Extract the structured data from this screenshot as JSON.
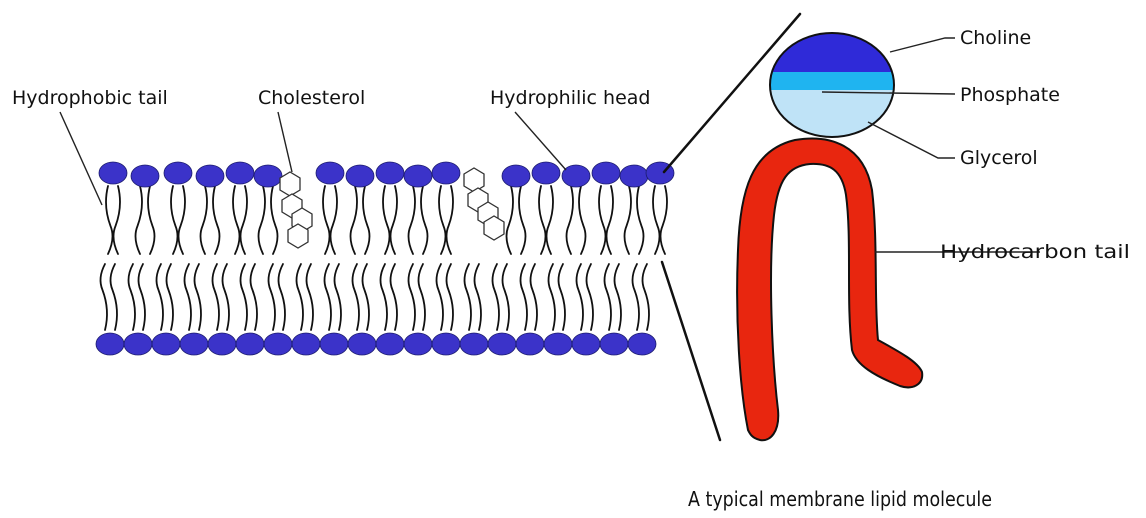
{
  "labels": {
    "hydrophobic_tail": "Hydrophobic tail",
    "cholesterol": "Cholesterol",
    "hydrophilic_head": "Hydrophilic head",
    "choline": "Choline",
    "phosphate": "Phosphate",
    "glycerol": "Glycerol",
    "hydrocarbon_tail": "Hydrocarbon tail",
    "caption": "A typical membrane lipid molecule"
  },
  "colors": {
    "phospholipid_head": "#3b33c9",
    "choline": "#2f2ad8",
    "phosphate": "#1fb4f0",
    "glycerol": "#bfe3f7",
    "hydrocarbon_tail": "#e8260f",
    "cholesterol": "#ffffff",
    "outline": "#111111"
  }
}
